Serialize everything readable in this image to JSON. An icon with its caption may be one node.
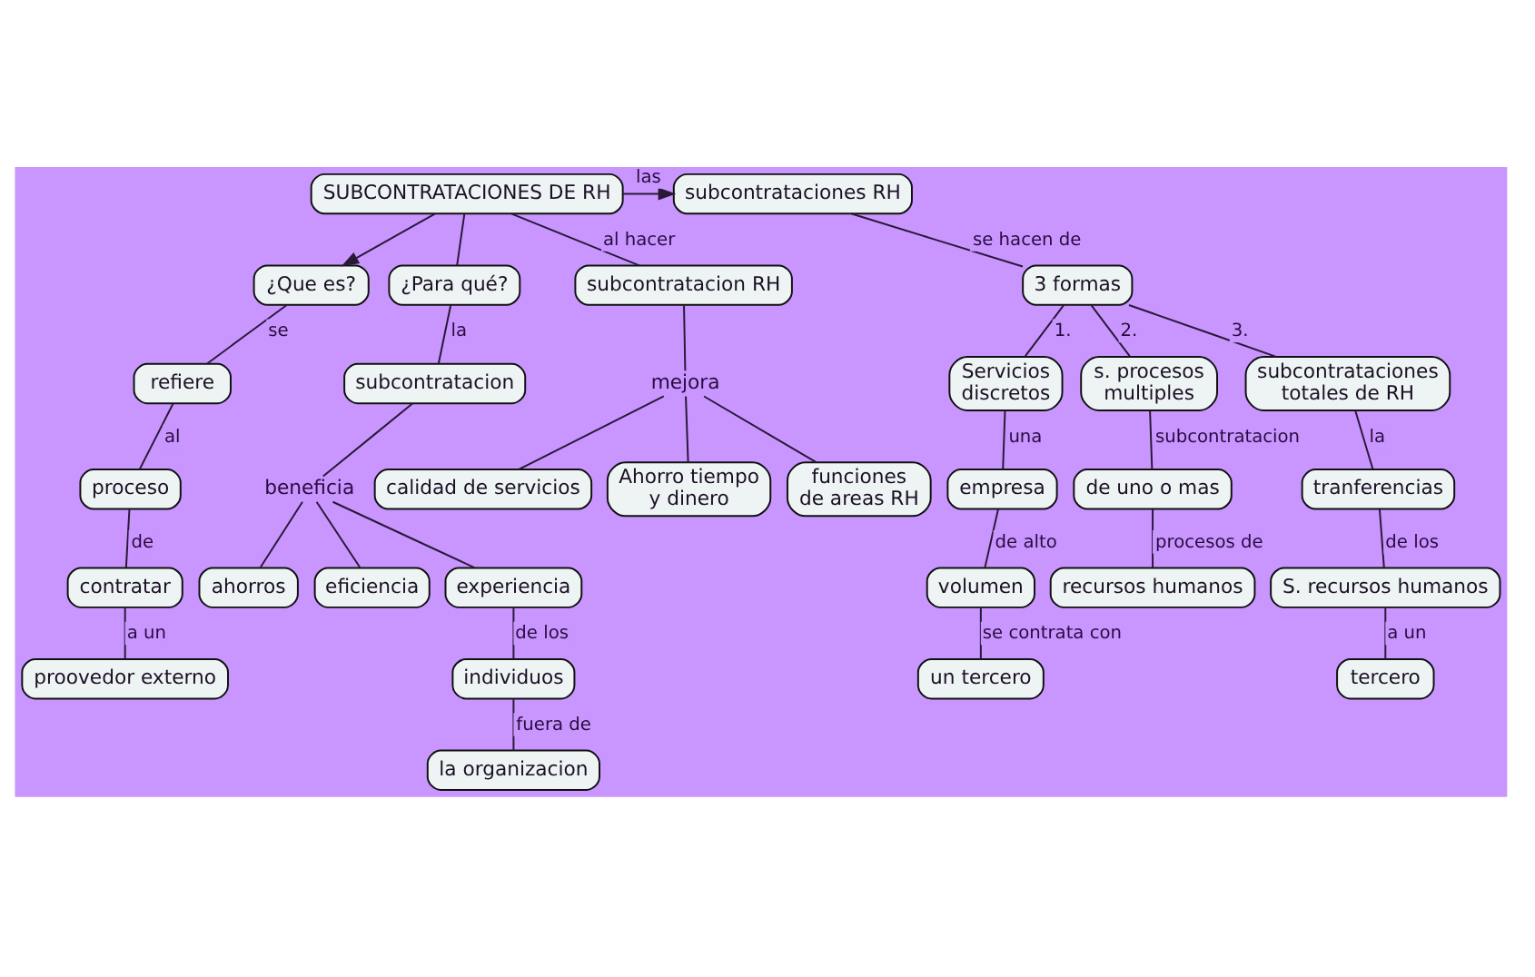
{
  "diagram": {
    "nodes": [
      {
        "text": [
          "¿Que es?"
        ]
      },
      {
        "text": [
          "SUBCONTRATACIONES DE RH"
        ]
      },
      {
        "text": [
          "subcontrataciones RH"
        ]
      },
      {
        "text": [
          "¿Para qué?"
        ]
      },
      {
        "text": [
          "refiere"
        ]
      },
      {
        "text": [
          "subcontratacion RH"
        ]
      },
      {
        "text": [
          "3 formas"
        ]
      },
      {
        "text": [
          "proceso"
        ]
      },
      {
        "text": [
          "mejora"
        ]
      },
      {
        "text": [
          "subcontratacion"
        ]
      },
      {
        "text": [
          "calidad de servicios"
        ]
      },
      {
        "text": [
          "funciones de areas RH"
        ]
      },
      {
        "text": [
          "beneficia"
        ]
      },
      {
        "text": [
          "contratar"
        ]
      },
      {
        "text": [
          "Servicios discretos"
        ]
      },
      {
        "text": [
          "s. procesos multiples"
        ]
      },
      {
        "text": [
          "subcontrataciones totales de RH"
        ]
      },
      {
        "text": [
          "ahorros"
        ]
      },
      {
        "text": [
          "experiencia"
        ]
      },
      {
        "text": [
          "Ahorro tiempo y dinero"
        ]
      },
      {
        "text": [
          "eficiencia"
        ]
      },
      {
        "text": [
          "proovedor externo"
        ]
      },
      {
        "text": [
          "empresa"
        ]
      },
      {
        "text": [
          "de uno o mas"
        ]
      },
      {
        "text": [
          "tranferencias"
        ]
      },
      {
        "text": [
          "individuos"
        ]
      },
      {
        "text": [
          "S. recursos humanos"
        ]
      },
      {
        "text": [
          "volumen"
        ]
      },
      {
        "text": [
          "recursos humanos"
        ]
      },
      {
        "text": [
          "la organizacion"
        ]
      },
      {
        "text": [
          "un tercero"
        ]
      },
      {
        "text": [
          "tercero"
        ]
      }
    ],
    "edges": [
      {
        "from": 1,
        "to": 0,
        "arrow": "to"
      },
      {
        "from": 1,
        "to": 2,
        "arrow": "to",
        "label": "las"
      },
      {
        "from": 1,
        "to": 3,
        "arrow": "none"
      },
      {
        "from": 1,
        "to": 5,
        "arrow": "none",
        "label": "al hacer"
      },
      {
        "from": 0,
        "to": 4,
        "arrow": "none",
        "label": "se"
      },
      {
        "from": 4,
        "to": 7,
        "arrow": "none",
        "label": "al"
      },
      {
        "from": 7,
        "to": 13,
        "arrow": "none",
        "label": "de"
      },
      {
        "from": 13,
        "to": 21,
        "arrow": "none",
        "label": "a un"
      },
      {
        "from": 3,
        "to": 9,
        "arrow": "none",
        "label": "la"
      },
      {
        "from": 9,
        "to": 12,
        "arrow": "none"
      },
      {
        "from": 12,
        "to": 17,
        "arrow": "none"
      },
      {
        "from": 12,
        "to": 20,
        "arrow": "none"
      },
      {
        "from": 12,
        "to": 18,
        "arrow": "none"
      },
      {
        "from": 18,
        "to": 25,
        "arrow": "none",
        "label": "de los"
      },
      {
        "from": 25,
        "to": 29,
        "arrow": "none",
        "label": "fuera de"
      },
      {
        "from": 5,
        "to": 8,
        "arrow": "none"
      },
      {
        "from": 8,
        "to": 10,
        "arrow": "none"
      },
      {
        "from": 8,
        "to": 19,
        "arrow": "none"
      },
      {
        "from": 8,
        "to": 11,
        "arrow": "none"
      },
      {
        "from": 2,
        "to": 6,
        "arrow": "none",
        "label": "se hacen de"
      },
      {
        "from": 6,
        "to": 14,
        "arrow": "none",
        "label": "1."
      },
      {
        "from": 6,
        "to": 15,
        "arrow": "none",
        "label": "2."
      },
      {
        "from": 6,
        "to": 16,
        "arrow": "none",
        "label": "3."
      },
      {
        "from": 14,
        "to": 22,
        "arrow": "none",
        "label": "una"
      },
      {
        "from": 22,
        "to": 27,
        "arrow": "none",
        "label": "de alto"
      },
      {
        "from": 27,
        "to": 30,
        "arrow": "none",
        "label": "se contrata con"
      },
      {
        "from": 15,
        "to": 23,
        "arrow": "none",
        "label": "subcontratacion"
      },
      {
        "from": 23,
        "to": 28,
        "arrow": "none",
        "label": "procesos de"
      },
      {
        "from": 16,
        "to": 24,
        "arrow": "none",
        "label": "la"
      },
      {
        "from": 24,
        "to": 26,
        "arrow": "none",
        "label": "de los"
      },
      {
        "from": 26,
        "to": 31,
        "arrow": "none",
        "label": "a un"
      }
    ]
  }
}
